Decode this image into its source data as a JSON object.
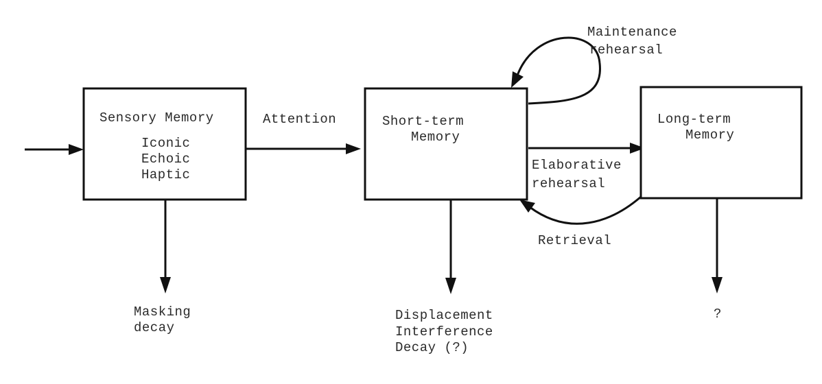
{
  "colors": {
    "ink": "#111111",
    "text": "#2a2a2a",
    "background": "#ffffff"
  },
  "sensory": {
    "title": "Sensory Memory",
    "items": [
      "Iconic",
      "Echoic",
      "Haptic"
    ]
  },
  "short_term": {
    "title_lines": [
      "Short-term",
      "Memory"
    ]
  },
  "long_term": {
    "title_lines": [
      "Long-term",
      "Memory"
    ]
  },
  "arrows": {
    "attention": "Attention",
    "maintenance_lines": [
      "Maintenance",
      "rehearsal"
    ],
    "elaborative_lines": [
      "Elaborative",
      "rehearsal"
    ],
    "retrieval": "Retrieval"
  },
  "outcomes": {
    "sensory": [
      "Masking",
      "decay"
    ],
    "short_term": [
      "Displacement",
      "Interference",
      "Decay (?)"
    ],
    "long_term": [
      "?"
    ]
  }
}
